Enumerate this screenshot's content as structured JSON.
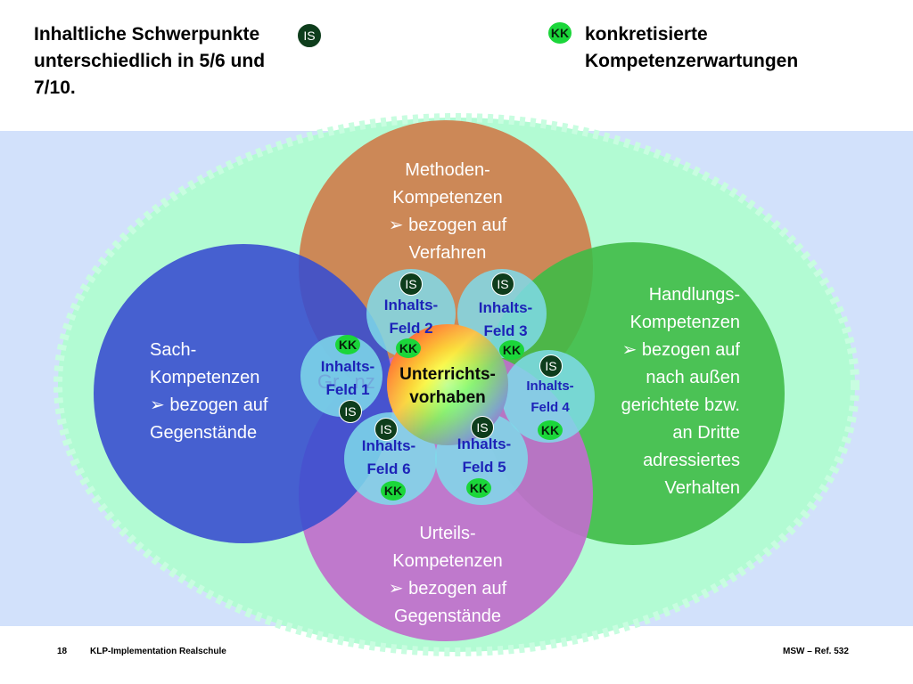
{
  "title_left": "Inhaltliche Schwerpunkte unterschiedlich in 5/6 und 7/10.",
  "title_right": "konkretisierte Kompetenzerwartungen",
  "title_badge_left": "IS",
  "title_badge_right": "KK",
  "ghost_text": "Gr...nz",
  "competences": {
    "methoden": [
      "Methoden-",
      "Kompetenzen",
      "➢ bezogen auf",
      "Verfahren"
    ],
    "sach": [
      "Sach-",
      "Kompetenzen",
      "➢ bezogen auf",
      "Gegenstände"
    ],
    "handlungs": [
      "Handlungs-",
      "Kompetenzen",
      "➢ bezogen auf",
      "nach außen",
      "gerichtete bzw.",
      "an Dritte",
      "adressiertes",
      "Verhalten"
    ],
    "urteils": [
      "Urteils-",
      "Kompetenzen",
      "➢ bezogen auf",
      "Gegenstände"
    ]
  },
  "center": [
    "Unterrichts-",
    "vorhaben"
  ],
  "fields": {
    "f1": [
      "Inhalts-",
      "Feld 1"
    ],
    "f2": [
      "Inhalts-",
      "Feld 2"
    ],
    "f3": [
      "Inhalts-",
      "Feld 3"
    ],
    "f4": [
      "Inhalts-",
      "Feld 4"
    ],
    "f5": [
      "Inhalts-",
      "Feld 5"
    ],
    "f6": [
      "Inhalts-",
      "Feld 6"
    ]
  },
  "badges": {
    "is": "IS",
    "kk": "KK"
  },
  "footer": {
    "page": "18",
    "title": "KLP-Implementation Realschule",
    "ref": "MSW – Ref. 532"
  },
  "colors": {
    "band": "#d2e1fb",
    "outer_ellipse": "#b2fbd3",
    "methoden": "#cd7f4d",
    "sach": "#4a5fcc",
    "handlungs": "#3fbb47",
    "urteils": "#bf6fcb",
    "field": "#7fdbea",
    "is_badge": "#0e3d1c",
    "kk_badge": "#1bd63a",
    "field_text": "#1d23b8"
  }
}
